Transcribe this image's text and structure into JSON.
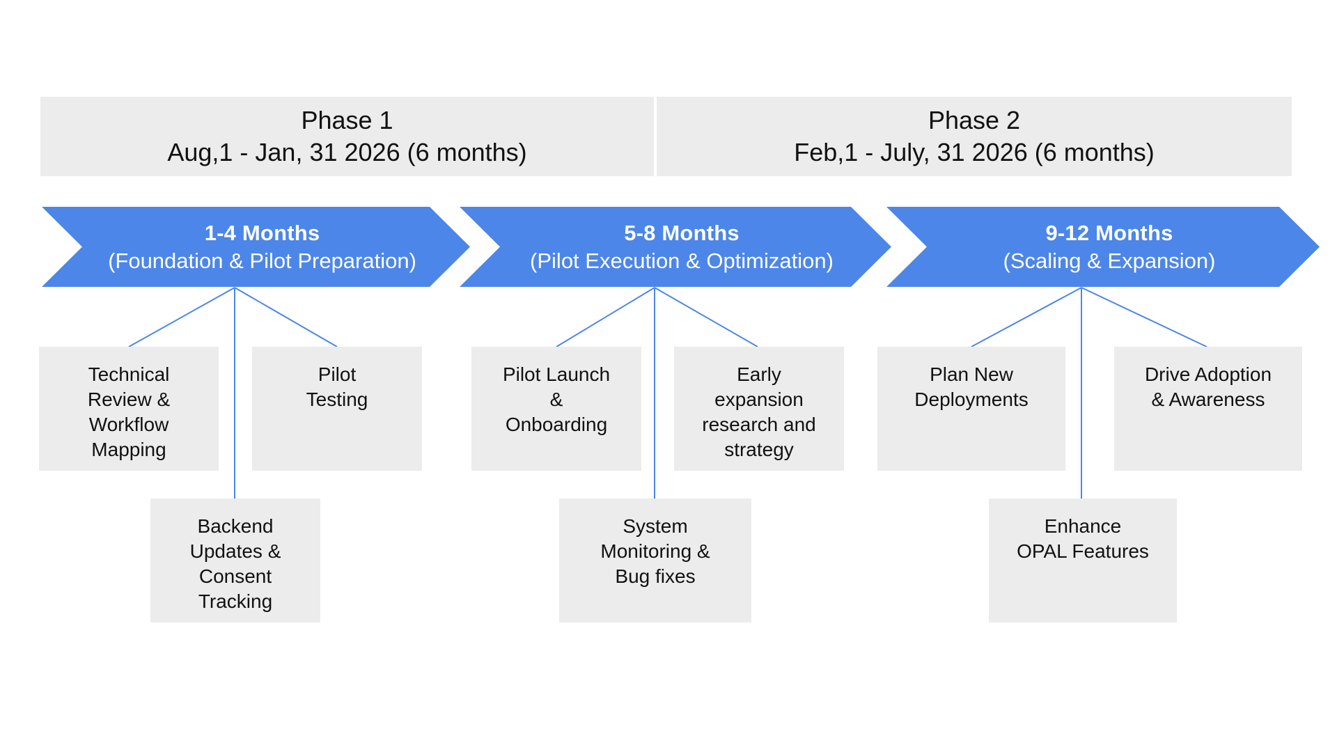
{
  "phases": [
    {
      "title": "Phase 1",
      "dates": "Aug,1 - Jan, 31 2026 (6 months)"
    },
    {
      "title": "Phase 2",
      "dates": "Feb,1 - July, 31 2026 (6 months)"
    }
  ],
  "stages": [
    {
      "range": "1-4 Months",
      "subtitle": "(Foundation & Pilot Preparation)",
      "tasks": [
        [
          "Technical",
          "Review &",
          "Workflow",
          "Mapping"
        ],
        [
          "Pilot",
          "Testing"
        ],
        [
          "Backend",
          "Updates &",
          "Consent",
          "Tracking"
        ]
      ]
    },
    {
      "range": "5-8 Months",
      "subtitle": "(Pilot Execution & Optimization)",
      "tasks": [
        [
          "Pilot Launch",
          "&",
          "Onboarding"
        ],
        [
          "Early",
          "expansion",
          "research and",
          "strategy"
        ],
        [
          "System",
          "Monitoring &",
          "Bug fixes"
        ]
      ]
    },
    {
      "range": "9-12 Months",
      "subtitle": "(Scaling & Expansion)",
      "tasks": [
        [
          "Plan New",
          "Deployments"
        ],
        [
          "Drive Adoption",
          "& Awareness"
        ],
        [
          "Enhance",
          "OPAL Features"
        ]
      ]
    }
  ],
  "colors": {
    "arrow": "#4c86e8",
    "box": "#ececec",
    "connector": "#4c86e8"
  }
}
